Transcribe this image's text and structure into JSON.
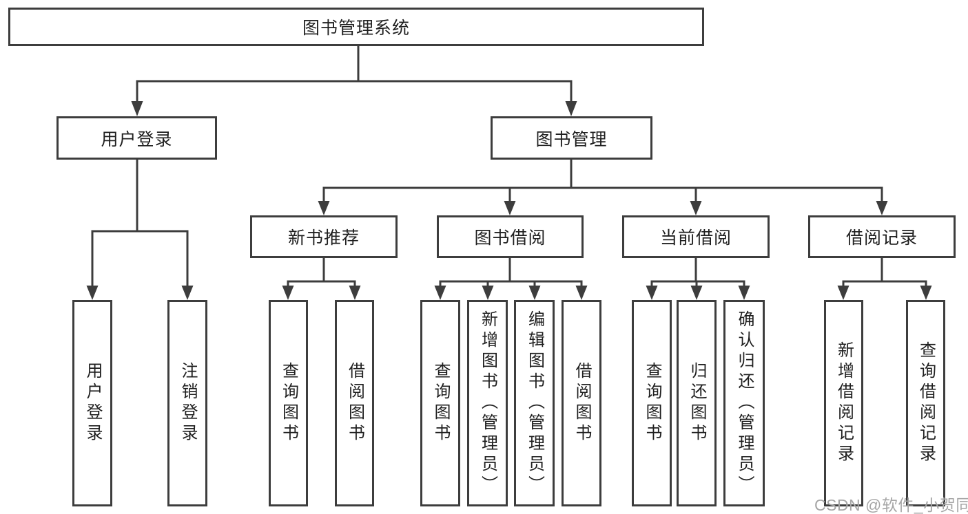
{
  "tree": {
    "label": "图书管理系统",
    "children": [
      {
        "label": "用户登录",
        "children": [
          {
            "label": "用户登录"
          },
          {
            "label": "注销登录"
          }
        ]
      },
      {
        "label": "图书管理",
        "children": [
          {
            "label": "新书推荐",
            "children": [
              {
                "label": "查询图书"
              },
              {
                "label": "借阅图书"
              }
            ]
          },
          {
            "label": "图书借阅",
            "children": [
              {
                "label": "查询图书"
              },
              {
                "label": "新增图书（管理员）"
              },
              {
                "label": "编辑图书（管理员）"
              },
              {
                "label": "借阅图书"
              }
            ]
          },
          {
            "label": "当前借阅",
            "children": [
              {
                "label": "查询图书"
              },
              {
                "label": "归还图书"
              },
              {
                "label": "确认归还（管理员）"
              }
            ]
          },
          {
            "label": "借阅记录",
            "children": [
              {
                "label": "新增借阅记录"
              },
              {
                "label": "查询借阅记录"
              }
            ]
          }
        ]
      }
    ]
  },
  "watermark": {
    "label": "CSDN @软件_小贺同学"
  },
  "colors": {
    "line": "#3d3d3d",
    "text": "#1f1f1f",
    "background": "#ffffff",
    "watermark": "#a6a6a6"
  }
}
